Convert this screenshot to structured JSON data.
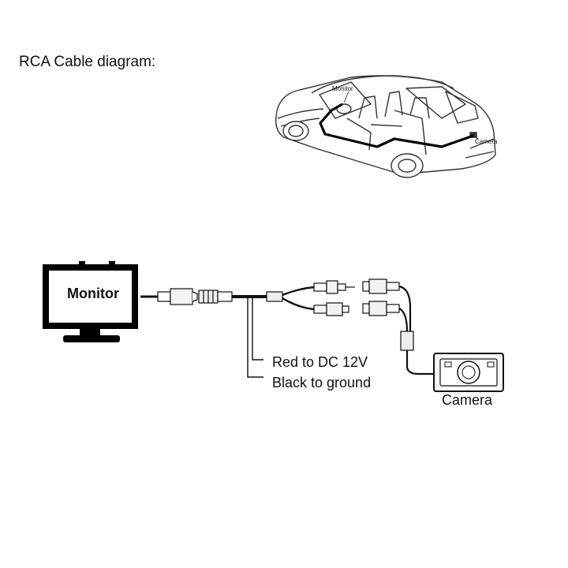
{
  "title": "RCA Cable diagram:",
  "car_labels": {
    "monitor": "Monitor",
    "camera": "Camera"
  },
  "wiring": {
    "monitor_label": "Monitor",
    "power_red": "Red to DC 12V",
    "ground_black": "Black to ground",
    "camera_label": "Camera"
  }
}
